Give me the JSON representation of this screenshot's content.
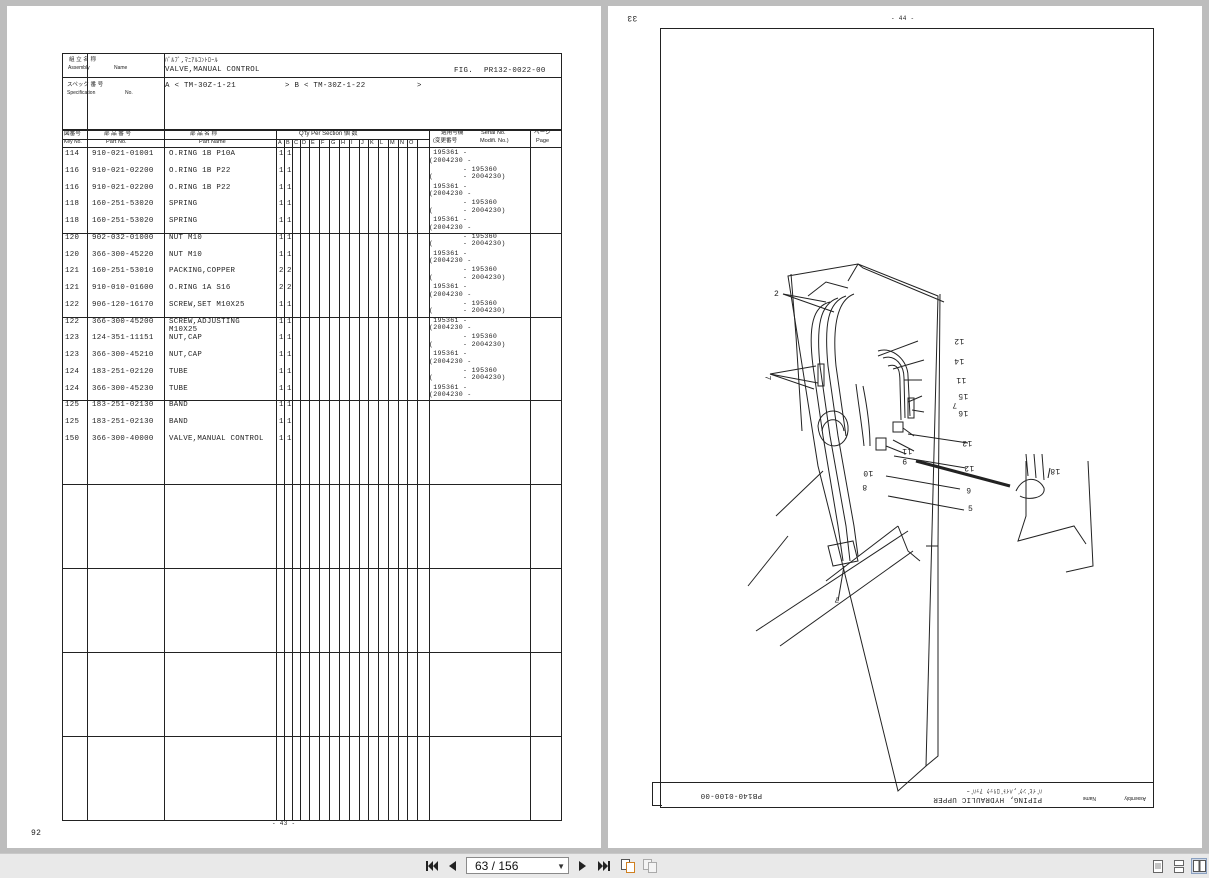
{
  "viewer": {
    "left_page": {
      "assembly_label_jp": "組 立 名 称",
      "assembly_label_en": "Assembly",
      "name_label_en": "Name",
      "assembly_name_jp": "ﾊﾞﾙﾌﾞ,ﾏﾆｱﾙｺﾝﾄﾛｰﾙ",
      "assembly_name": "VALVE,MANUAL CONTROL",
      "fig_label": "FIG.",
      "fig_number": "PR132-0022-00",
      "spec_label_jp": "スペック 番 号",
      "spec_label_en": "Specification",
      "spec_no_label": "No.",
      "spec_a": "A < TM-30Z-1-21",
      "spec_a_end": "> B < TM-30Z-1-22",
      "spec_b_end": ">",
      "headers": {
        "key_jp": "図番号",
        "key_en": "Key No.",
        "part_jp": "部 品 番 号",
        "part_en": "Part No.",
        "name_jp": "部 品 名 称",
        "name_en": "Part Name",
        "qty": "Q'ty Per Section 個 数",
        "qty_cols": [
          "A",
          "B",
          "C",
          "D",
          "E",
          "F",
          "G",
          "H",
          "I",
          "J",
          "K",
          "L",
          "M",
          "N",
          "O"
        ],
        "serial_jp": "適用号機",
        "serial_en": "Serial No.",
        "modif_jp": "(変更番号",
        "modif_en": "Modifi. No.)",
        "page_jp": "ページ",
        "page_en": "Page"
      },
      "rows": [
        {
          "key": "114",
          "part": "910-021-01001",
          "name": "O.RING 1B P10A",
          "a": "1",
          "b": "1"
        },
        {
          "key": "116",
          "part": "910-021-02200",
          "name": "O.RING 1B P22",
          "a": "1",
          "b": "1"
        },
        {
          "key": "116",
          "part": "910-021-02200",
          "name": "O.RING 1B P22",
          "a": "1",
          "b": "1"
        },
        {
          "key": "118",
          "part": "160-251-53020",
          "name": "SPRING",
          "a": "1",
          "b": "1"
        },
        {
          "key": "118",
          "part": "160-251-53020",
          "name": "SPRING",
          "a": "1",
          "b": "1"
        },
        {
          "key": "120",
          "part": "902-032-01000",
          "name": "NUT M10",
          "a": "1",
          "b": "1"
        },
        {
          "key": "120",
          "part": "366-300-45220",
          "name": "NUT M10",
          "a": "1",
          "b": "1"
        },
        {
          "key": "121",
          "part": "160-251-53010",
          "name": "PACKING,COPPER",
          "a": "2",
          "b": "2"
        },
        {
          "key": "121",
          "part": "910-010-01600",
          "name": "O.RING 1A S16",
          "a": "2",
          "b": "2"
        },
        {
          "key": "122",
          "part": "906-120-16170",
          "name": "SCREW,SET M10X25",
          "a": "1",
          "b": "1"
        },
        {
          "key": "122",
          "part": "366-300-45200",
          "name": "SCREW,ADJUSTING",
          "name2": "M10X25",
          "a": "1",
          "b": "1"
        },
        {
          "key": "123",
          "part": "124-351-11151",
          "name": "NUT,CAP",
          "a": "1",
          "b": "1"
        },
        {
          "key": "123",
          "part": "366-300-45210",
          "name": "NUT,CAP",
          "a": "1",
          "b": "1"
        },
        {
          "key": "124",
          "part": "183-251-02120",
          "name": "TUBE",
          "a": "1",
          "b": "1"
        },
        {
          "key": "124",
          "part": "366-300-45230",
          "name": "TUBE",
          "a": "1",
          "b": "1"
        },
        {
          "key": "125",
          "part": "183-251-02130",
          "name": "BAND",
          "a": "1",
          "b": "1"
        },
        {
          "key": "125",
          "part": "183-251-02130",
          "name": "BAND",
          "a": "1",
          "b": "1"
        },
        {
          "key": "150",
          "part": "366-300-40000",
          "name": "VALVE,MANUAL CONTROL",
          "a": "1",
          "b": "1"
        }
      ],
      "serials": [
        {
          "l1": " 195361 -",
          "l2": "(2004230 -"
        },
        {
          "l1": "        - 195360",
          "l2": "(       - 2004230)"
        },
        {
          "l1": " 195361 -",
          "l2": "(2004230 -"
        },
        {
          "l1": "        - 195360",
          "l2": "(       - 2004230)"
        },
        {
          "l1": " 195361 -",
          "l2": "(2004230 -"
        },
        {
          "l1": "        - 195360",
          "l2": "(       - 2004230)"
        },
        {
          "l1": " 195361 -",
          "l2": "(2004230 -"
        },
        {
          "l1": "        - 195360",
          "l2": "(       - 2004230)"
        },
        {
          "l1": " 195361 -",
          "l2": "(2004230 -"
        },
        {
          "l1": "        - 195360",
          "l2": "(       - 2004230)"
        },
        {
          "l1": " 195361 -",
          "l2": "(2004230 -"
        },
        {
          "l1": "        - 195360",
          "l2": "(       - 2004230)"
        },
        {
          "l1": " 195361 -",
          "l2": "(2004230 -"
        },
        {
          "l1": "        - 195360",
          "l2": "(       - 2004230)"
        },
        {
          "l1": " 195361 -",
          "l2": "(2004230 -"
        }
      ],
      "page_footer": "- 43 -",
      "corner_note": "92"
    },
    "right_page": {
      "top_number": "- 44 -",
      "corner_note": "33",
      "title_assembly_en": "Assembly",
      "title_name_en": "Name",
      "title_jp": "ﾊﾟｲﾋﾟﾝｸﾞ,ﾊｲﾄﾞﾛﾘｯｸ ｱｯﾊﾟｰ",
      "title": "PIPING, HYDRAULIC UPPER",
      "fig_number": "PB140-0100-00",
      "callouts": [
        "2",
        "12",
        "14",
        "11",
        "15",
        "16",
        "7",
        "7",
        "13",
        "12",
        "11",
        "9",
        "10",
        "8",
        "6",
        "5",
        "7",
        "18"
      ]
    }
  },
  "toolbar": {
    "page_value": "63 / 156",
    "first_icon": "first-page-icon",
    "prev_icon": "prev-page-icon",
    "next_icon": "next-page-icon",
    "last_icon": "last-page-icon",
    "view_icons": [
      "single-page-icon",
      "continuous-icon",
      "facing-pages-icon"
    ]
  }
}
